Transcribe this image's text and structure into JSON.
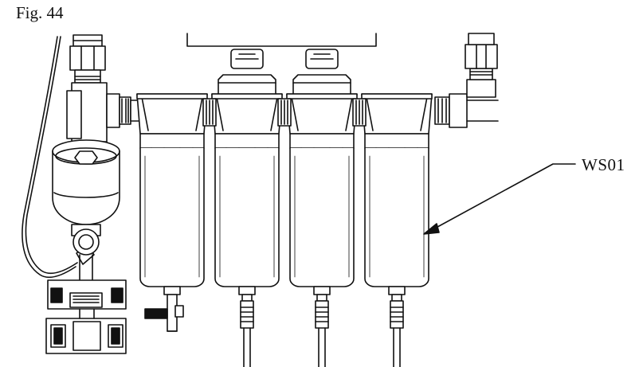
{
  "figure": {
    "label": "Fig. 44",
    "callouts": [
      {
        "text": "WS01",
        "target": "filter-housing-4"
      }
    ],
    "filters": [
      {
        "id": "filter-1",
        "drain": "manual-valve"
      },
      {
        "id": "filter-2",
        "drain": "hose"
      },
      {
        "id": "filter-3",
        "drain": "hose"
      },
      {
        "id": "filter-4",
        "drain": "hose"
      }
    ],
    "stroke_color": "#111111",
    "fill_color": "#ffffff",
    "shade_color": "#cfcfcf"
  }
}
